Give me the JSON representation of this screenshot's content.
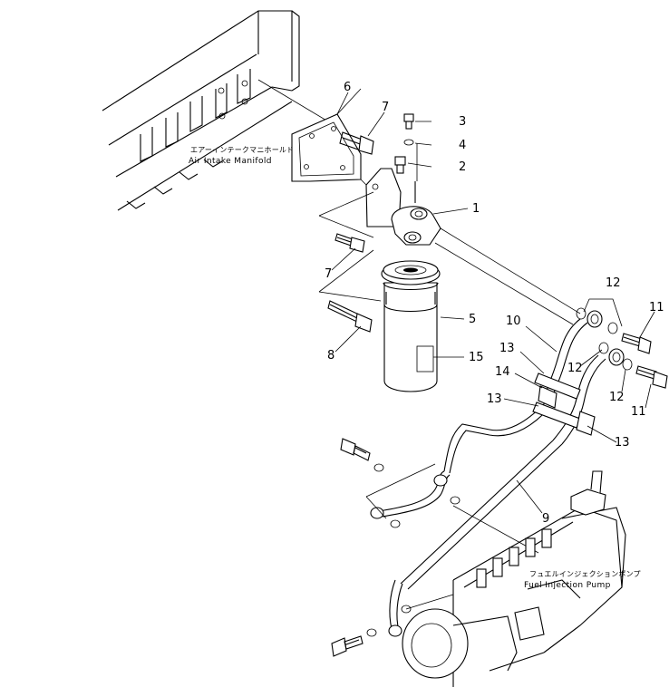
{
  "labels": {
    "air_intake_jp": "エアーインテークマニホールド",
    "air_intake_en": "Air Intake Manifold",
    "fuel_pump_jp": "フュエルインジェクションポンプ",
    "fuel_pump_en": "Fuel Injection Pump"
  },
  "callouts": [
    "1",
    "2",
    "3",
    "4",
    "5",
    "6",
    "7",
    "7",
    "8",
    "9",
    "10",
    "11",
    "11",
    "12",
    "12",
    "12",
    "13",
    "13",
    "13",
    "14",
    "15"
  ]
}
